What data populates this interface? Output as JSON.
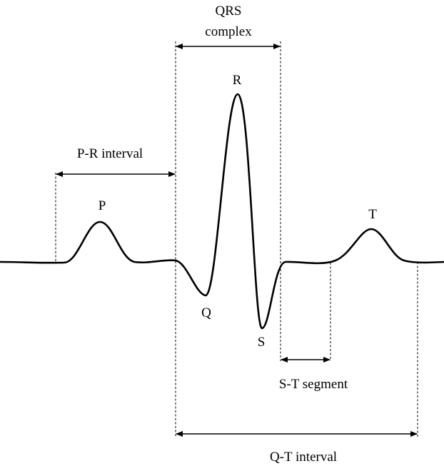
{
  "waves": {
    "p": "P",
    "q": "Q",
    "r": "R",
    "s": "S",
    "t": "T"
  },
  "intervals": {
    "pr_interval": "P-R interval",
    "qrs_line1": "QRS",
    "qrs_line2": "complex",
    "st_segment": "S-T segment",
    "qt_interval": "Q-T interval"
  }
}
